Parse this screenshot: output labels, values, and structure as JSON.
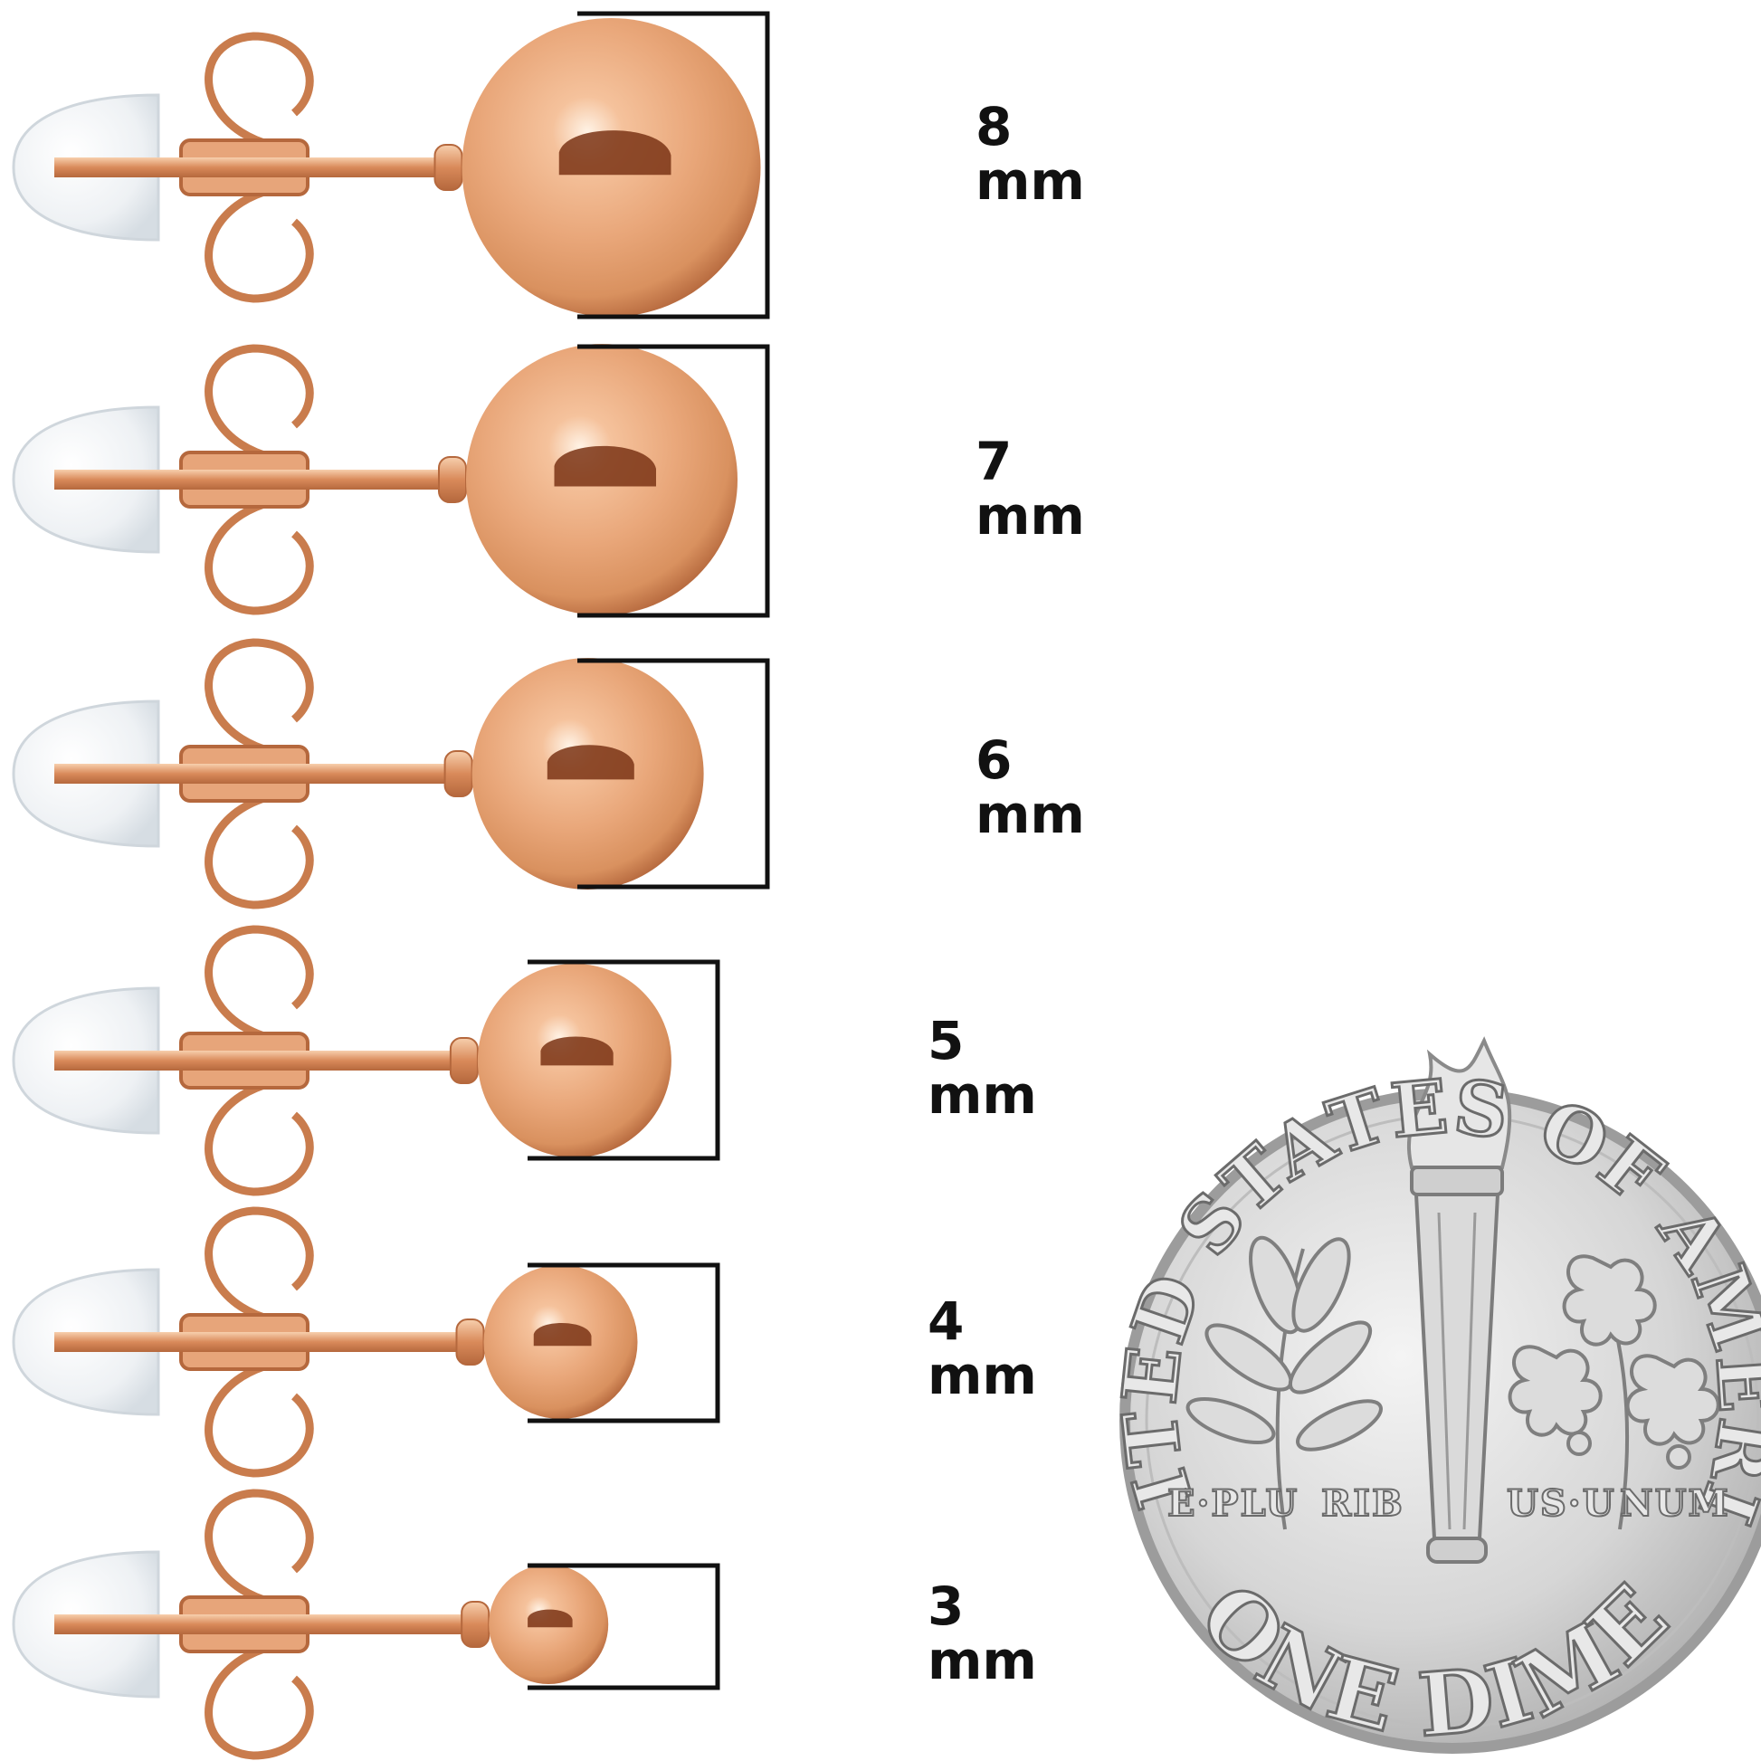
{
  "studs": [
    {
      "number": "8",
      "unit": "mm"
    },
    {
      "number": "7",
      "unit": "mm"
    },
    {
      "number": "6",
      "unit": "mm"
    },
    {
      "number": "5",
      "unit": "mm"
    },
    {
      "number": "4",
      "unit": "mm"
    },
    {
      "number": "3",
      "unit": "mm"
    }
  ],
  "coin": {
    "top_legend": "UNITED STATES OF AMERICA",
    "motto": [
      "E·PLU",
      "RIB",
      "US·U",
      "NUM"
    ],
    "bottom_legend": "ONE DIME"
  },
  "colors": {
    "rose_gold": "#e9a77a",
    "rose_gold_dark": "#b5683d",
    "silver": "#d6d6d6",
    "bracket": "#111111"
  }
}
